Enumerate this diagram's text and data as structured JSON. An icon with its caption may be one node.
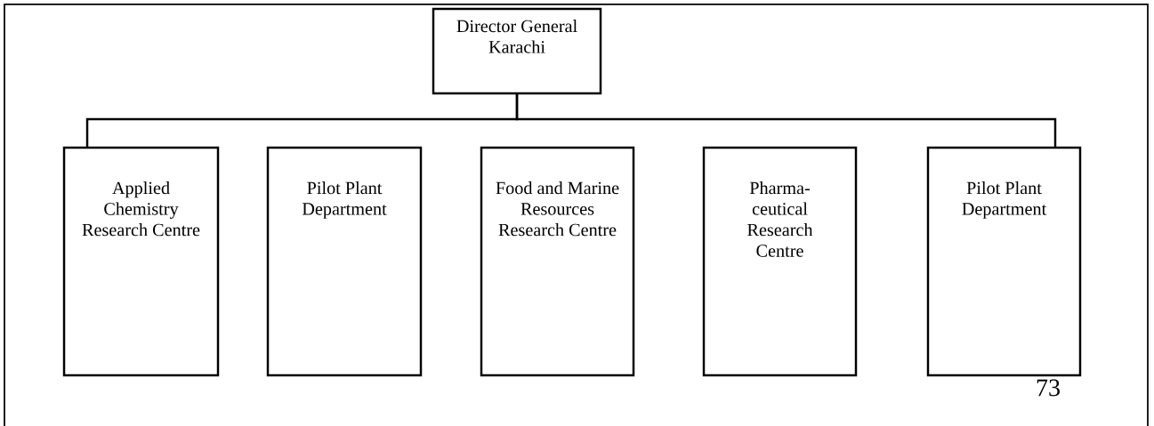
{
  "diagram": {
    "nodes": [
      {
        "text": [
          "Director General Karachi"
        ]
      },
      {
        "text": [
          "Applied Chemistry Research Centre"
        ]
      },
      {
        "text": [
          "Pilot Plant Department"
        ]
      },
      {
        "text": [
          "Food and Marine Resources Research Centre"
        ]
      },
      {
        "text": [
          "Pharma- ceutical Research Centre"
        ]
      },
      {
        "text": [
          "Pilot Plant Department"
        ]
      }
    ],
    "edges": [
      {
        "from": 0,
        "to": 1,
        "arrow": "none"
      },
      {
        "from": 0,
        "to": 5,
        "arrow": "none"
      }
    ],
    "labels": [
      "73"
    ]
  }
}
